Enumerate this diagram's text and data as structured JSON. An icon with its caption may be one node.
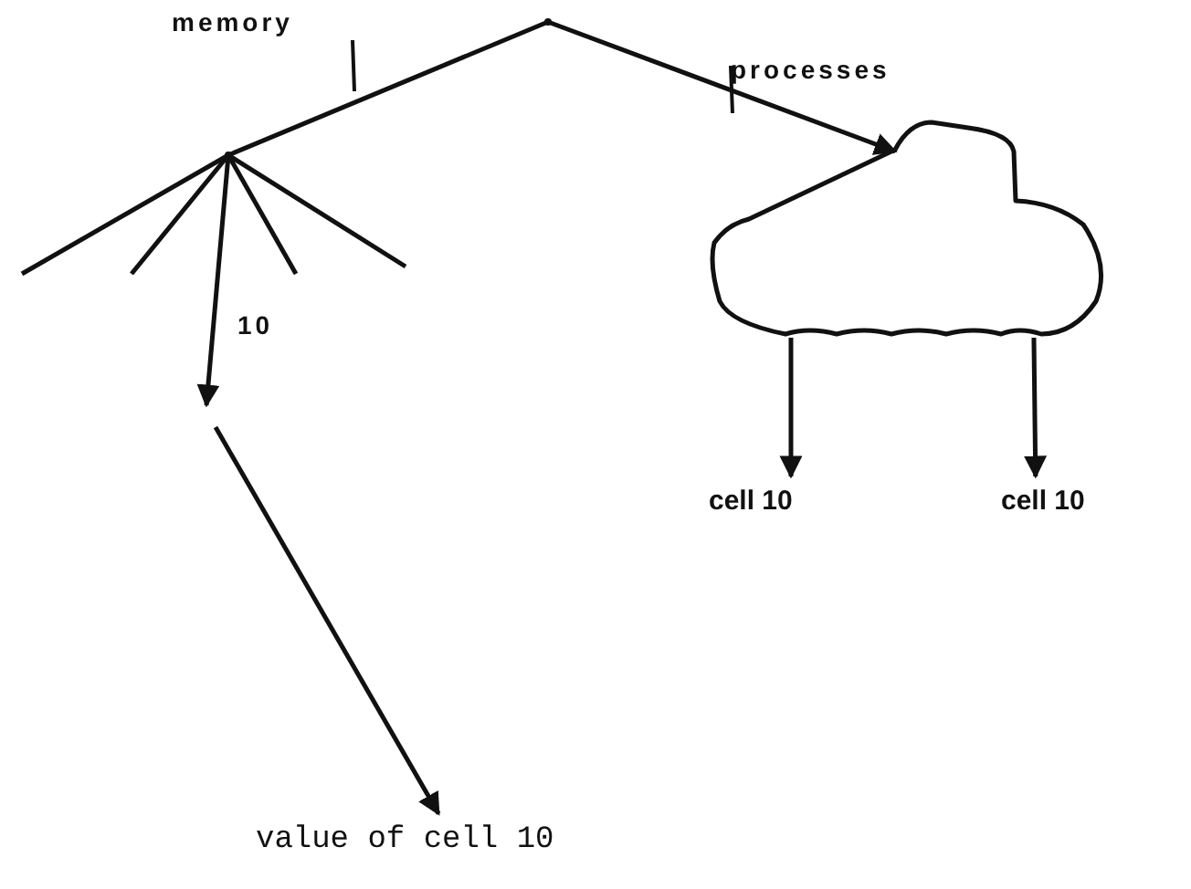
{
  "diagram": {
    "nodes": [
      {
        "text": [],
        "shape": "dot"
      },
      {
        "text": [],
        "shape": "dot"
      },
      {
        "text": [],
        "shape": "cloud"
      },
      {
        "text": [
          "cell 10"
        ]
      },
      {
        "text": [
          "cell 10"
        ]
      },
      {
        "text": [
          "value of cell 10"
        ]
      }
    ],
    "edges": [
      {
        "from": 0,
        "to": 1,
        "arrow": "none",
        "label": "memory"
      },
      {
        "from": 0,
        "to": 2,
        "arrow": "to",
        "label": "processes"
      },
      {
        "from": 1,
        "to": null,
        "arrow": "none"
      },
      {
        "from": 1,
        "to": null,
        "arrow": "none"
      },
      {
        "from": 1,
        "to": null,
        "arrow": "none"
      },
      {
        "from": 1,
        "to": null,
        "arrow": "none"
      },
      {
        "from": 1,
        "to": null,
        "arrow": "to",
        "label": "10"
      },
      {
        "from": null,
        "to": 5,
        "arrow": "to"
      },
      {
        "from": 2,
        "to": 3,
        "arrow": "to"
      },
      {
        "from": 2,
        "to": 4,
        "arrow": "to"
      }
    ]
  }
}
